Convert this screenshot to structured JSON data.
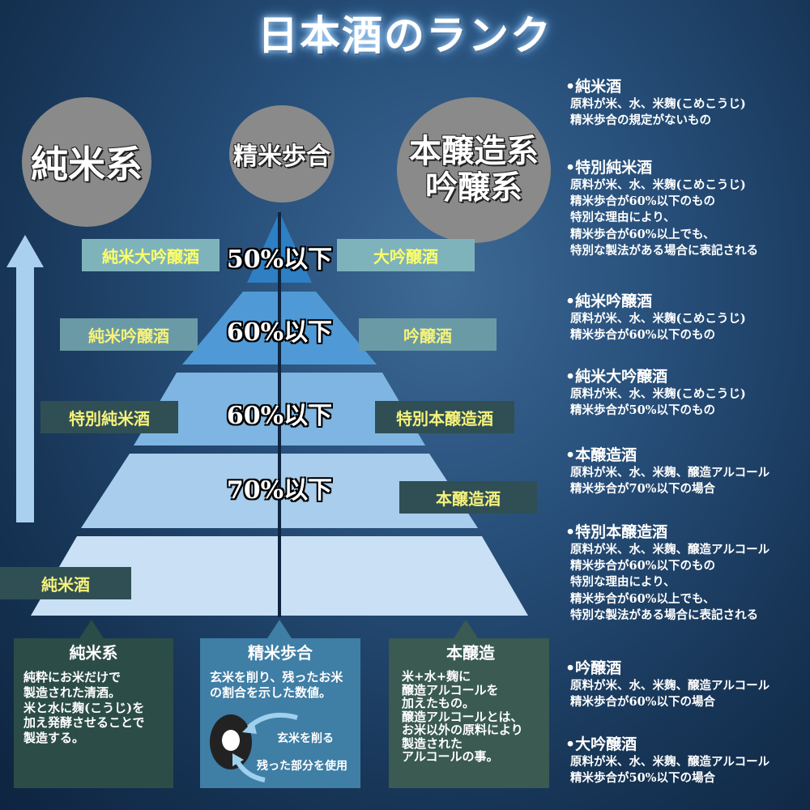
{
  "title": "日本酒のランク",
  "circles": {
    "left": "純米系",
    "middle": "精米歩合",
    "right": "本醸造系\n吟醸系"
  },
  "tiers": [
    {
      "percent": "50%以下",
      "left_tag": "純米大吟醸酒",
      "right_tag": "大吟醸酒"
    },
    {
      "percent": "60%以下",
      "left_tag": "純米吟醸酒",
      "right_tag": "吟醸酒"
    },
    {
      "percent": "60%以下",
      "left_tag": "特別純米酒",
      "right_tag": "特別本醸造酒"
    },
    {
      "percent": "70%以下",
      "left_tag": "",
      "right_tag": "本醸造酒"
    },
    {
      "percent": "",
      "left_tag": "純米酒",
      "right_tag": ""
    }
  ],
  "colors": {
    "tier1": "#2e7fc4",
    "tier2": "#4f9ad6",
    "tier3": "#7fb5e2",
    "tier4": "#a9cdec",
    "tier5": "#c9e0f5",
    "arrow": "#a9d0ee"
  },
  "info_boxes": [
    {
      "heading": "純米系",
      "lines": [
        "純粋にお米だけで",
        "製造された清酒。",
        "米と水に麹(こうじ)を",
        "加え発酵させることで",
        "製造する。"
      ]
    },
    {
      "heading": "精米歩合",
      "lines": [
        "玄米を削り、残ったお米",
        "の割合を示した数値。"
      ],
      "annotation_polish": "玄米を削る",
      "annotation_used": "残った部分を使用"
    },
    {
      "heading": "本醸造",
      "lines": [
        "米+水+麹に",
        "醸造アルコールを",
        "加えたもの。",
        "醸造アルコールとは、",
        "お米以外の原料により",
        "製造された",
        "アルコールの事。"
      ]
    }
  ],
  "definitions": [
    {
      "term": "•純米酒",
      "lines": [
        "原料が米、水、米麹(こめこうじ)",
        "精米歩合の規定がないもの"
      ]
    },
    {
      "term": "•特別純米酒",
      "lines": [
        "原料が米、水、米麹(こめこうじ)",
        "精米歩合が60%以下のもの",
        "特別な理由により、",
        "精米歩合が60%以上でも、",
        "特別な製法がある場合に表記される"
      ]
    },
    {
      "term": "•純米吟醸酒",
      "lines": [
        "原料が米、水、米麹(こめこうじ)",
        "精米歩合が60%以下のもの"
      ]
    },
    {
      "term": "•純米大吟醸酒",
      "lines": [
        "原料が米、水、米麹(こめこうじ)",
        "精米歩合が50%以下のもの"
      ]
    },
    {
      "term": "•本醸造酒",
      "lines": [
        "原料が米、水、米麹、醸造アルコール",
        "精米歩合が70%以下の場合"
      ]
    },
    {
      "term": "•特別本醸造酒",
      "lines": [
        "原料が米、水、米麹、醸造アルコール",
        "精米歩合が60%以下のもの",
        "特別な理由により、",
        "精米歩合が60%以上でも、",
        "特別な製法がある場合に表記される"
      ]
    },
    {
      "term": "•吟醸酒",
      "lines": [
        "原料が米、水、米麹、醸造アルコール",
        "精米歩合が60%以下の場合"
      ]
    },
    {
      "term": "•大吟醸酒",
      "lines": [
        "原料が米、水、米麹、醸造アルコール",
        "精米歩合が50%以下の場合"
      ]
    }
  ]
}
